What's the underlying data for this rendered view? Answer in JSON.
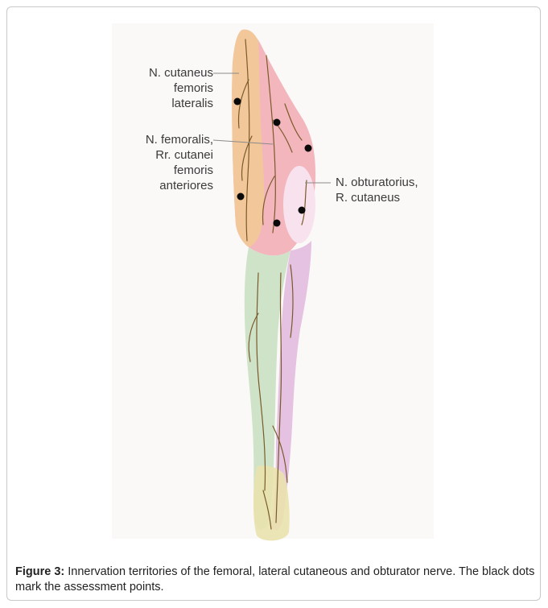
{
  "figure": {
    "labels": {
      "lateral_cutaneous": "N. cutaneus\nfemoris\nlateralis",
      "femoral": "N. femoralis,\nRr. cutanei\nfemoris\nanteriores",
      "obturator": "N. obturatorius,\nR. cutaneus"
    },
    "caption": {
      "label": "Figure 3:",
      "text": " Innervation territories of the femoral, lateral cutaneous and obturator nerve. The black dots mark the assessment points."
    },
    "assessment_points_count": 6,
    "colors": {
      "lateral_cutaneous_zone": "#f2c79a",
      "femoral_zone": "#f4b6bd",
      "obturator_zone": "#f8e2ee",
      "lower_leg_lateral_zone": "#cfe3c9",
      "lower_leg_medial_zone": "#e5c2e2",
      "foot_zone": "#e9e2ae",
      "nerve_lines": "#7a5a2a",
      "assessment_dot": "#0a0a0a"
    }
  }
}
